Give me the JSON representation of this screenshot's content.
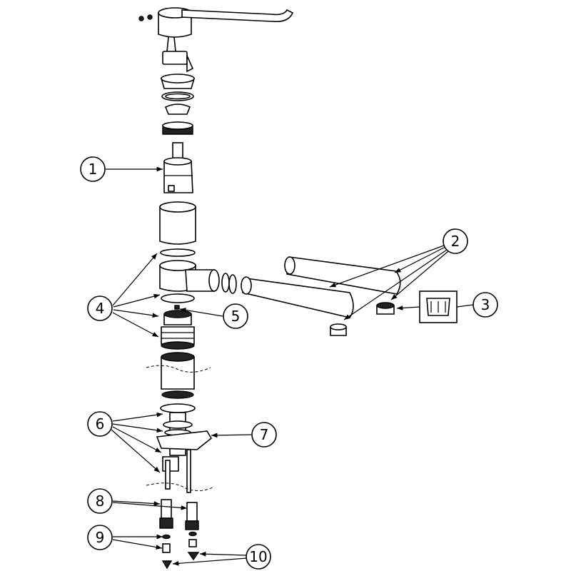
{
  "diagram": {
    "type": "exploded-parts-view",
    "callouts": [
      {
        "id": "1",
        "label": "1"
      },
      {
        "id": "2",
        "label": "2"
      },
      {
        "id": "3",
        "label": "3"
      },
      {
        "id": "4",
        "label": "4"
      },
      {
        "id": "5",
        "label": "5"
      },
      {
        "id": "6",
        "label": "6"
      },
      {
        "id": "7",
        "label": "7"
      },
      {
        "id": "8",
        "label": "8"
      },
      {
        "id": "9",
        "label": "9"
      },
      {
        "id": "10",
        "label": "10"
      }
    ],
    "colors": {
      "line": "#000000",
      "background": "#ffffff"
    }
  }
}
